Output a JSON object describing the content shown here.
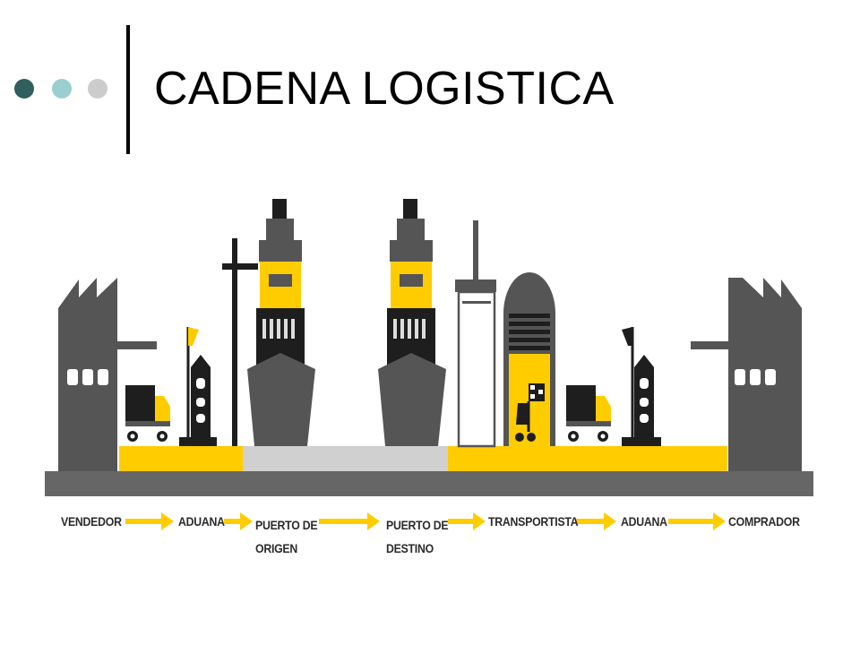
{
  "slide": {
    "title": "CADENA LOGISTICA",
    "bullet_colors": [
      "#2f5f5f",
      "#9bcfcf",
      "#cccccc"
    ]
  },
  "diagram": {
    "colors": {
      "dark": "#555555",
      "black": "#1e1e1e",
      "yellow": "#ffcc00",
      "light_gray": "#d0d0d0",
      "ground": "#666666"
    },
    "stages": [
      {
        "label": "VENDEDOR"
      },
      {
        "label": "ADUANA"
      },
      {
        "label": "PUERTO DE\nORIGEN"
      },
      {
        "label": "PUERTO DE\nDESTINO"
      },
      {
        "label": "TRANSPORTISTA"
      },
      {
        "label": "ADUANA"
      },
      {
        "label": "COMPRADOR"
      }
    ]
  }
}
